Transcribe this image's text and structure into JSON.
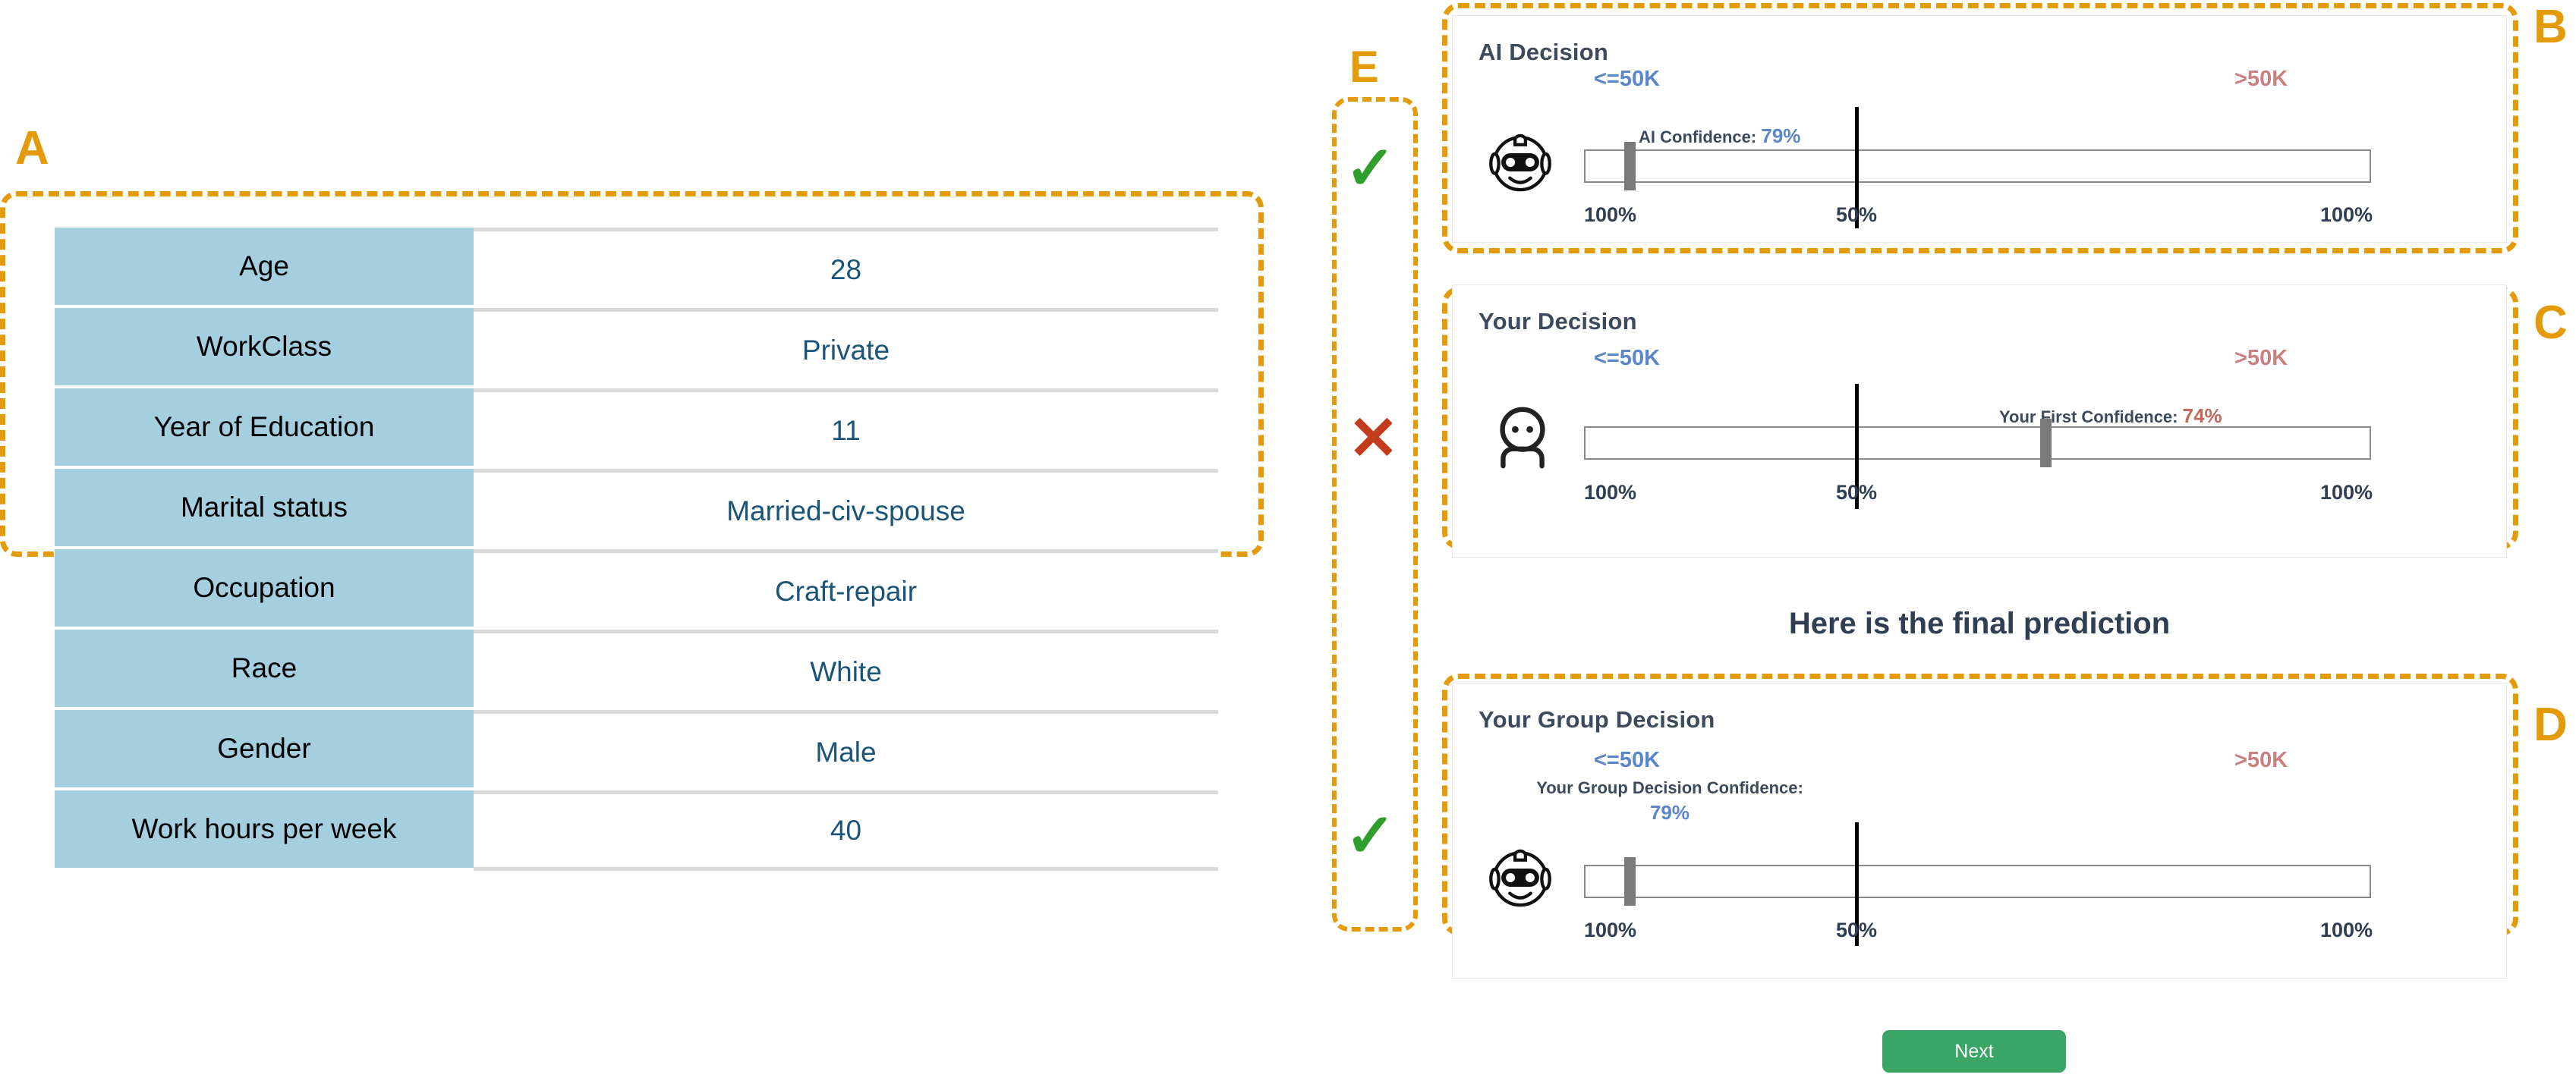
{
  "annotations": {
    "a": "A",
    "b": "B",
    "c": "C",
    "d": "D",
    "e": "E"
  },
  "feature_table": {
    "rows": [
      {
        "key": "Age",
        "value": "28"
      },
      {
        "key": "WorkClass",
        "value": "Private"
      },
      {
        "key": "Year of Education",
        "value": "11"
      },
      {
        "key": "Marital status",
        "value": "Married-civ-spouse"
      },
      {
        "key": "Occupation",
        "value": "Craft-repair"
      },
      {
        "key": "Race",
        "value": "White"
      },
      {
        "key": "Gender",
        "value": "Male"
      },
      {
        "key": "Work hours per week",
        "value": "40"
      }
    ]
  },
  "ai_decision": {
    "title": "AI Decision",
    "label_low": "<=50K",
    "label_high": ">50K",
    "confidence_prefix": "AI Confidence:",
    "confidence_value": "79%",
    "tick_left": "100%",
    "tick_center": "50%",
    "tick_right": "100%",
    "avatar": "robot-icon"
  },
  "your_decision": {
    "title": "Your Decision",
    "label_low": "<=50K",
    "label_high": ">50K",
    "confidence_prefix": "Your First Confidence:",
    "confidence_value": "74%",
    "tick_left": "100%",
    "tick_center": "50%",
    "tick_right": "100%",
    "avatar": "person-icon"
  },
  "final_prediction": {
    "heading": "Here is the final prediction"
  },
  "group_decision": {
    "title": "Your Group Decision",
    "label_low": "<=50K",
    "label_high": ">50K",
    "confidence_prefix": "Your Group Decision Confidence:",
    "confidence_value": "79%",
    "tick_left": "100%",
    "tick_center": "50%",
    "tick_right": "100%",
    "avatar": "robot-icon"
  },
  "verdicts": {
    "ai": "✓",
    "user": "✕",
    "group": "✓"
  },
  "footer": {
    "next_label": "Next"
  },
  "chart_data": {
    "type": "bar",
    "title": "Confidence sliders (0-100% toward each class)",
    "categories": [
      "AI Decision",
      "Your Decision",
      "Your Group Decision"
    ],
    "series": [
      {
        "name": "confidence_percent",
        "values": [
          79,
          74,
          79
        ]
      },
      {
        "name": "predicted_class",
        "values": [
          "<=50K",
          ">50K",
          "<=50K"
        ]
      }
    ],
    "xlabel": "Confidence",
    "ylabel": "",
    "xlim": [
      0,
      100
    ],
    "axis_ticks": [
      "100%",
      "50%",
      "100%"
    ],
    "legend": [
      "<=50K",
      ">50K"
    ],
    "grid": false
  },
  "colors": {
    "annotation_orange": "#e39b0a",
    "table_header_blue": "#a5cfdf",
    "table_value_blue": "#1a5478",
    "class_low_blue": "#5b86c9",
    "class_high_red": "#c98080",
    "check_green": "#2f9e2f",
    "cross_red": "#c43c1e",
    "next_green": "#3aa564"
  }
}
